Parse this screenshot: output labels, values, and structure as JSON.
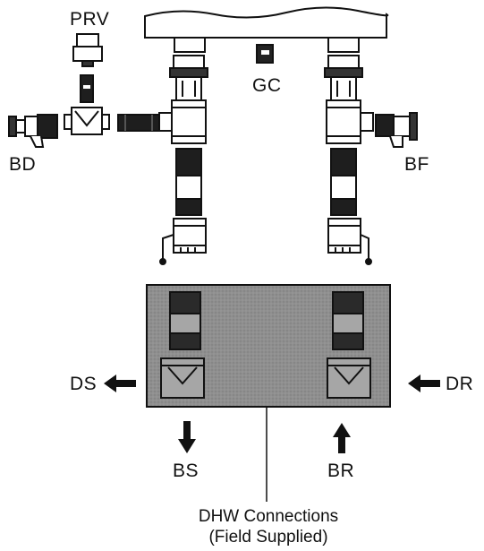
{
  "labels": {
    "prv": "PRV",
    "gc": "GC",
    "bd": "BD",
    "bf": "BF",
    "ds": "DS",
    "dr": "DR",
    "bs": "BS",
    "br": "BR"
  },
  "note": {
    "line1": "DHW Connections",
    "line2": "(Field Supplied)"
  },
  "colors": {
    "line": "#111111",
    "panel_fill": "#8a8a8a",
    "panel_fill_light": "#a6a6a6",
    "dark_part": "#1e1e1e"
  }
}
